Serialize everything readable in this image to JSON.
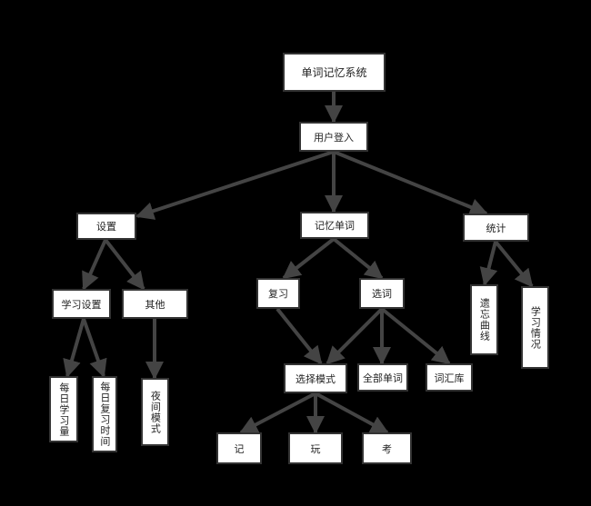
{
  "nodes": {
    "root": "单词记忆系统",
    "login": "用户登入",
    "settings": "设置",
    "memorize": "记忆单词",
    "stats": "统计",
    "study_settings": "学习设置",
    "other": "其他",
    "daily_amount": "每日学习量",
    "daily_review_time": "每日复习时间",
    "night_mode": "夜间模式",
    "review": "复习",
    "select_words": "选词",
    "select_mode": "选择模式",
    "all_words": "全部单词",
    "word_bank": "词汇库",
    "mode_memorize": "记",
    "mode_play": "玩",
    "mode_test": "考",
    "forgetting_curve": "遗忘曲线",
    "study_status": "学习情况"
  },
  "colors": {
    "background": "#000000",
    "node_fill": "#ffffff",
    "edge": "#444444"
  }
}
